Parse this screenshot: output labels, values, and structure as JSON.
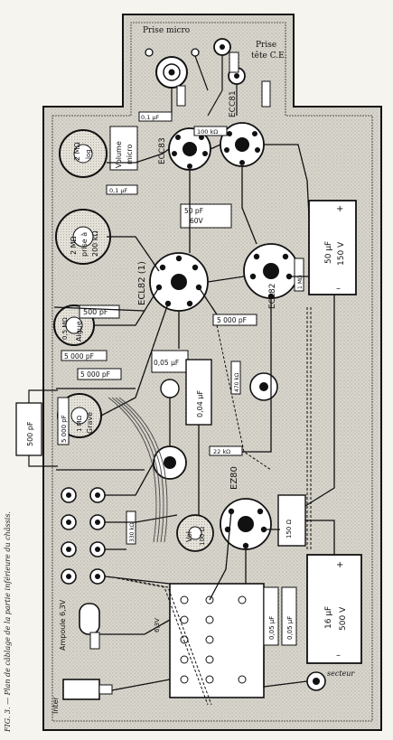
{
  "caption": "FIG. 3. — Plan de câblage de la partie inférieure du châssis.",
  "labels": {
    "prise_micro": "Prise micro",
    "prise_tete": "Prise",
    "prise_tete2": "tête C.E.",
    "ecc83": "ECC83",
    "ecc81": "ECC81",
    "ecl82": "ECL82 (1)",
    "ecl82b": "ECL82",
    "ez80": "EZ80",
    "volume": "Volume",
    "micro": "micro",
    "pot1_a": "2 MΩ",
    "pot1_b": "log",
    "pot2_a": "2 MΩ",
    "pot2_b": "prise à",
    "pot2_c": "200 kΩ",
    "aigue_a": "0,5 MΩ",
    "aigue_b": "Aigue",
    "grave_a": "1 MΩ",
    "grave_b": "Grave",
    "vol_a": "Vol",
    "vol_b": "100 Ω",
    "c500_1": "500 pF",
    "c500_2": "500 pF",
    "c5000_1": "5 000 pF",
    "c5000_2": "5 000 pF",
    "c5000_3": "5 000 pF",
    "c5000_4": "5 000 pF",
    "c50pf": "50 pF",
    "c50pf_v": "60V",
    "c004": "0,04 µF",
    "c005": "0,05 µF",
    "c005b": "0,05 µF",
    "c005c": "0,05 µF",
    "elec50_a": "50 µF",
    "elec50_b": "150 V",
    "elec16_a": "16 µF",
    "elec16_b": "500 V",
    "c01": "0,1 µF",
    "c01b": "0,1 µF",
    "r100k": "100 kΩ",
    "r470k": "470 kΩ",
    "r22k": "22 kΩ",
    "r1m": "1 MΩ",
    "r150": "150 Ω",
    "r330": "330 kΩ",
    "ampoule": "Ampoule 6,3V",
    "inter": "Inter",
    "secteur": "secteur",
    "v63": "6,3V",
    "plus": "+",
    "minus": "–"
  }
}
